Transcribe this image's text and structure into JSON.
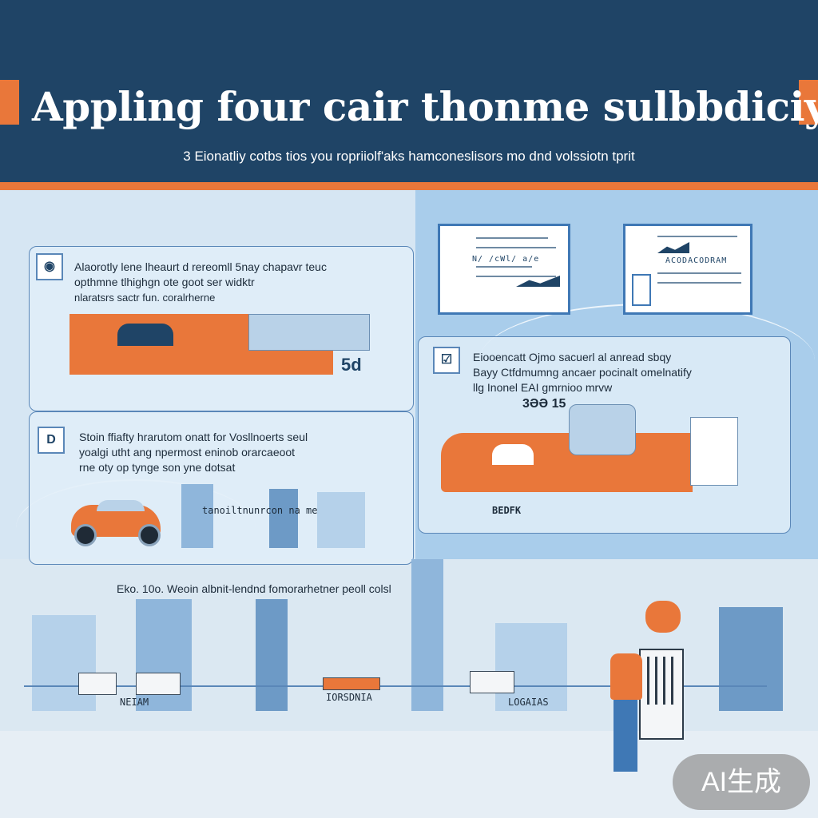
{
  "header": {
    "title": "Appling four cair thonme sulbbdiciy",
    "subtitle": "3 Eionatliy cotbs tios you ropriiolf'aks  hamconeslisors mo dnd volssiotn tprit"
  },
  "colors": {
    "navy": "#1f4466",
    "orange": "#e9773a",
    "sky": "#a9cdeb"
  },
  "panels": [
    {
      "icon": "◉",
      "lines": [
        "Alaorotly  lene lheaurt d rereomll 5nay chapavr  teuc",
        "opthmne tlhighgn ote goot ser widktr",
        "nlaratsrs sactr fun. coralrherne"
      ],
      "truck_label": "5d"
    },
    {
      "icon": "D",
      "lines": [
        "Stoin ffiafty hrarutom onatt for   Vosllnoerts seul",
        "yoalgi utht ang npermost eninob orarcaeoot",
        "rne oty op tynge son yne dotsat"
      ],
      "street_label": "tanoiltnunrcon  na me"
    },
    {
      "icon": "☑",
      "lines": [
        "Eiooencatt Ojmo sacuerl al anread sbqy",
        "Bayy Ctfdmumng ancaer pocinalt  omelnatify",
        "llg Inonel  EAI   gmrnioo mrvw"
      ],
      "number": "3ƏƏ 15",
      "truck_label": "BEDFK"
    }
  ],
  "documents": [
    {
      "label": "N/ /cWl/ a/e"
    },
    {
      "label": "ACODACODRAM"
    }
  ],
  "city": {
    "caption": "Eko. 10o. Weoin  albnit-lendnd fomorarhetner peoll colsl",
    "sign_labels": [
      "NEIAM",
      "IORSDNIA",
      "LOGAIAS"
    ]
  },
  "watermark": "AI生成"
}
